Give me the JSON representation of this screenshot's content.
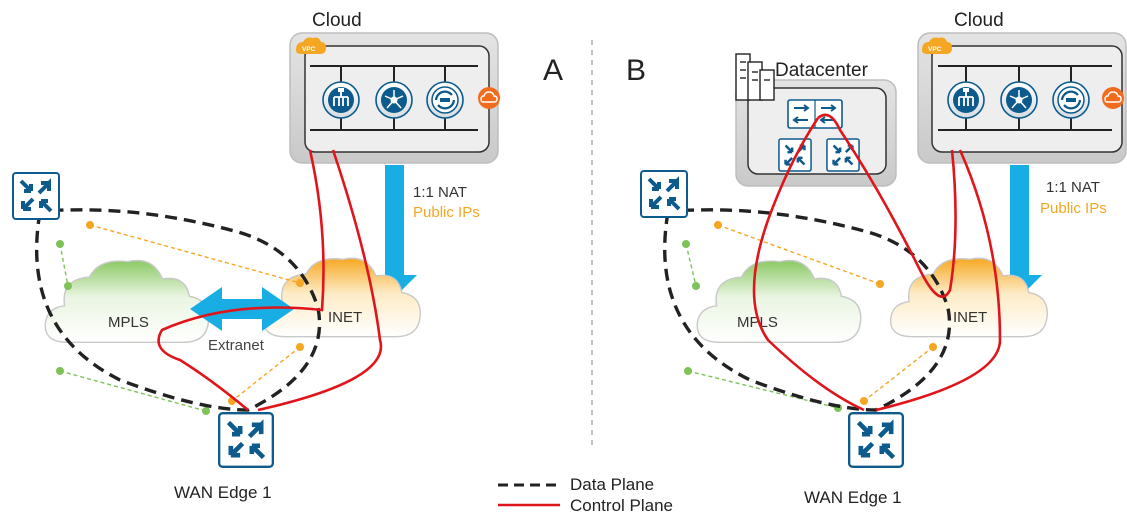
{
  "panel_a": {
    "letter": "A",
    "cloud_label": "Cloud",
    "vpc_badge": "VPC",
    "nat_label": "1:1 NAT",
    "public_ips_label": "Public IPs",
    "mpls_label": "MPLS",
    "inet_label": "INET",
    "extranet_label": "Extranet",
    "edge_label": "WAN Edge 1"
  },
  "panel_b": {
    "letter": "B",
    "datacenter_label": "Datacenter",
    "cloud_label": "Cloud",
    "vpc_badge": "VPC",
    "nat_label": "1:1 NAT",
    "public_ips_label": "Public IPs",
    "mpls_label": "MPLS",
    "inet_label": "INET",
    "edge_label": "WAN Edge 1"
  },
  "legend": {
    "data_plane": "Data Plane",
    "control_plane": "Control Plane"
  },
  "colors": {
    "data_plane": "#222222",
    "control_plane": "#e0151b",
    "nat_arrow": "#18aee4",
    "public_ips": "#f5a623",
    "router_blue": "#0d5b8c",
    "mpls_green": "#7dc35a",
    "inet_orange": "#f7a928"
  },
  "icons": [
    "router-icon",
    "switch-icon",
    "load-balancer-icon",
    "hub-icon",
    "sync-icon",
    "cloud-badge-icon",
    "building-icon"
  ]
}
